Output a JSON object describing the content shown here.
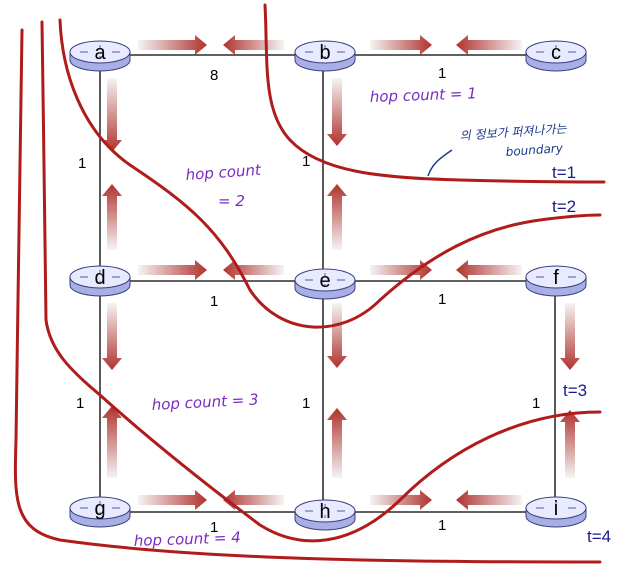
{
  "colors": {
    "router_fill_top": "#e8eaff",
    "router_fill_side": "#a8aee6",
    "router_stroke": "#3b3f7a",
    "arrow_dark": "#b0322e",
    "arrow_light": "#f2f2f2",
    "wave": "#b01c1c",
    "annotation": "#7a2bc2",
    "time_label": "#1a1a8c"
  },
  "nodes": [
    {
      "id": "a",
      "label": "a"
    },
    {
      "id": "b",
      "label": "b"
    },
    {
      "id": "c",
      "label": "c"
    },
    {
      "id": "d",
      "label": "d"
    },
    {
      "id": "e",
      "label": "e"
    },
    {
      "id": "f",
      "label": "f"
    },
    {
      "id": "g",
      "label": "g"
    },
    {
      "id": "h",
      "label": "h"
    },
    {
      "id": "i",
      "label": "i"
    }
  ],
  "links": [
    {
      "from": "a",
      "to": "b",
      "weight": "8"
    },
    {
      "from": "b",
      "to": "c",
      "weight": "1"
    },
    {
      "from": "a",
      "to": "d",
      "weight": "1"
    },
    {
      "from": "b",
      "to": "e",
      "weight": "1"
    },
    {
      "from": "d",
      "to": "e",
      "weight": "1"
    },
    {
      "from": "e",
      "to": "f",
      "weight": "1"
    },
    {
      "from": "d",
      "to": "g",
      "weight": "1"
    },
    {
      "from": "e",
      "to": "h",
      "weight": "1"
    },
    {
      "from": "f",
      "to": "i",
      "weight": "1"
    },
    {
      "from": "g",
      "to": "h",
      "weight": "1"
    },
    {
      "from": "h",
      "to": "i",
      "weight": "1"
    }
  ],
  "time_labels": {
    "t1": "t=1",
    "t2": "t=2",
    "t3": "t=3",
    "t4": "t=4"
  },
  "annotations": {
    "hop1": "hop count = 1",
    "hop2_line1": "hop count",
    "hop2_line2": "= 2",
    "hop3": "hop count = 3",
    "hop4": "hop count = 4",
    "boundary_line1": "의 정보가 퍼져나가는",
    "boundary_line2": "boundary"
  }
}
